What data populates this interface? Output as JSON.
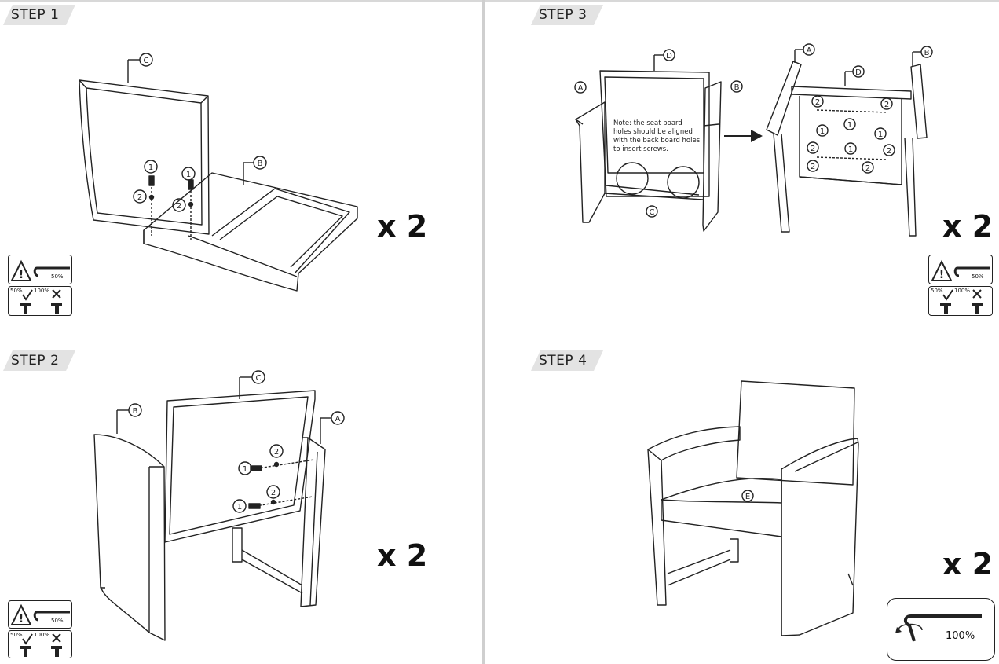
{
  "steps": [
    {
      "label": "STEP 1",
      "multiplier": "x 2"
    },
    {
      "label": "STEP 2",
      "multiplier": "x 2"
    },
    {
      "label": "STEP 3",
      "multiplier": "x 2"
    },
    {
      "label": "STEP 4",
      "multiplier": "x 2"
    }
  ],
  "parts": {
    "a": "A",
    "b": "B",
    "c": "C",
    "d": "D",
    "e": "E"
  },
  "hardware": {
    "screw": "1",
    "washer": "2"
  },
  "note_text": "Note: the seat board holes should be aligned with the back board holes to insert screws.",
  "warning": {
    "tighten_partial": "50%",
    "ok_pct": "50%",
    "no_pct": "100%"
  },
  "final_tighten": "100%"
}
